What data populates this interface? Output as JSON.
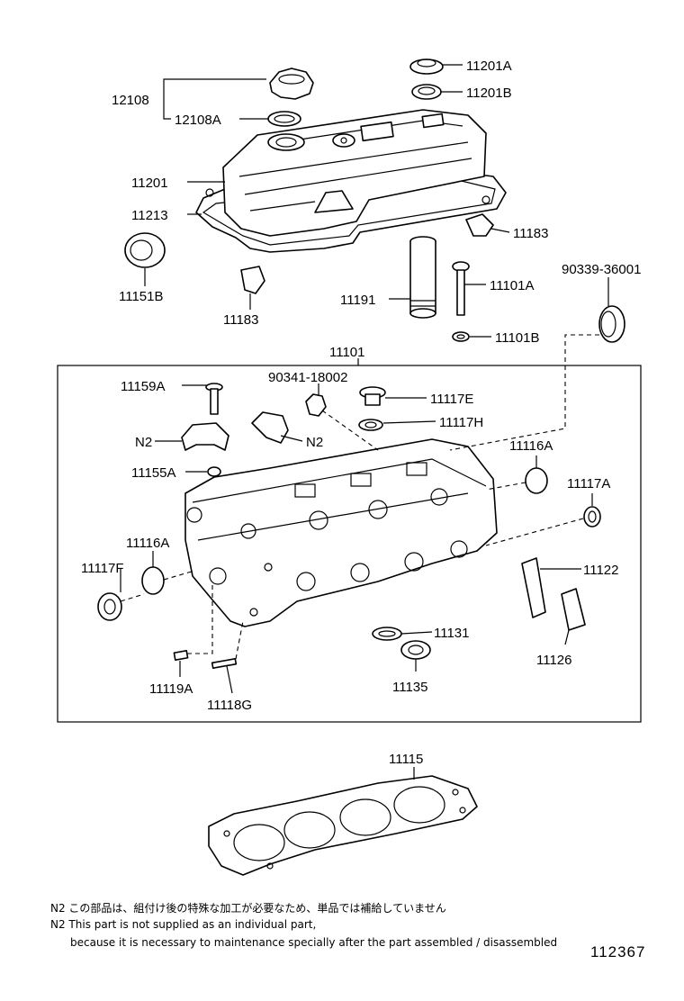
{
  "labels": {
    "p12108": "12108",
    "p12108A": "12108A",
    "p11201A": "11201A",
    "p11201B": "11201B",
    "p11201": "11201",
    "p11213": "11213",
    "p11183_right": "11183",
    "p11151B": "11151B",
    "p11183_left": "11183",
    "p11191": "11191",
    "p11101A": "11101A",
    "p90339": "90339-36001",
    "p11101B": "11101B",
    "p11101": "11101",
    "p90341": "90341-18002",
    "p11159A": "11159A",
    "p11117E": "11117E",
    "p11117H": "11117H",
    "n2_left": "N2",
    "n2_right": "N2",
    "p11116A_right": "11116A",
    "p11155A": "11155A",
    "p11117A": "11117A",
    "p11116A_left": "11116A",
    "p11117F": "11117F",
    "p11122": "11122",
    "p11131": "11131",
    "p11126": "11126",
    "p11119A": "11119A",
    "p11118G": "11118G",
    "p11135": "11135",
    "p11115": "11115"
  },
  "notes": {
    "line1_jp": "N2  この部品は、組付け後の特殊な加工が必要なため、単品では補給していません",
    "line2_en": "N2  This part is not supplied as an individual part,",
    "line3_en": "because it is necessary to maintenance specially after the part assembled / disassembled"
  },
  "reference_number": "112367"
}
